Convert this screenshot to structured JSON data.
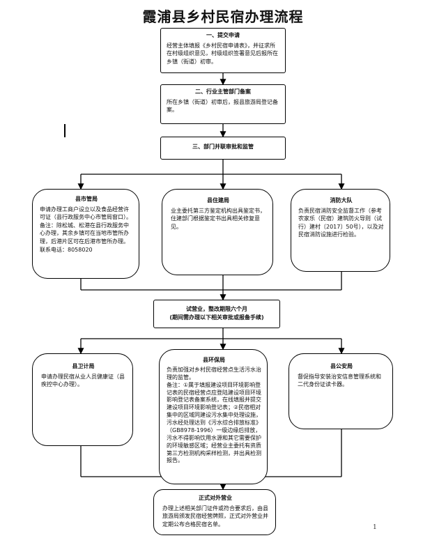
{
  "title": "霞浦县乡村民宿办理流程",
  "steps": {
    "step1": {
      "heading": "一、提交申请",
      "text": "经营主体填报《乡村民宿申请表》，并征求所在村级组织意见，村级组织签署意见后报所在乡镇（街道）初审。"
    },
    "step2": {
      "heading": "二、行业主管部门备案",
      "text": "所在乡镇（街道）初审后，报县旅游局登记备案。"
    },
    "step3": {
      "heading": "三、部门并联审批和监管",
      "text": ""
    },
    "market": {
      "heading": "县市管局",
      "text": "申请办理工商户设立以及食品经营许可证（县行政服务中心市管局窗口）。\n备注：除松城、松港在县行政服务中心办理，其余乡镇可在当地市管所办理，后港片区可在后港市管所办理。联系电话：8058020"
    },
    "housing": {
      "heading": "县住建局",
      "text": "业主委托第三方鉴定机构出具鉴定书，住建部门根据鉴定书出具相关修复意见。"
    },
    "fire": {
      "heading": "消防大队",
      "text": "负责民宿消防安全监督工作（参考农家乐（民宿）建筑防火导则（试行）建村〔2017〕50号），以及对民宿消防设施进行检验。"
    },
    "trial": {
      "line1": "试营业，整改期限六个月",
      "line2": "(期间需办理以下相关审批或报备手续)"
    },
    "health": {
      "heading": "县卫计局",
      "text": "申请办理民宿从业人员健康证（县疾控中心办理）。"
    },
    "env": {
      "heading": "县环保局",
      "text": "负责加强对乡村民宿经营点生活污水治理的监管。\n备注：①属于填报建设项目环境影响登记表的民宿经营点应登陆建设项目环境影响登记表备案系统，在线填报并提交建设项目环境影响登记表；②民宿相对集中的区域同建设污水集中处理设施，污水经处理达到《污水综合排放标准》（GB8978-1996）一级边缘后排放，污水不得影响饮用水源和其它需要保护的环境敏感区域；经营业主委托有资质第三方检测机构采样检测，并出具检测报告。"
    },
    "police": {
      "heading": "县公安局",
      "text": "督促指导安装治安信息管理系统和二代身份证读卡器。"
    },
    "final": {
      "heading": "正式对外营业",
      "text": "办理上述相关部门证件或符合要求后，由县旅游局颁发民宿经营牌照，正式对外营业并定期公布合格民宿名单。"
    }
  },
  "page_number": "1"
}
